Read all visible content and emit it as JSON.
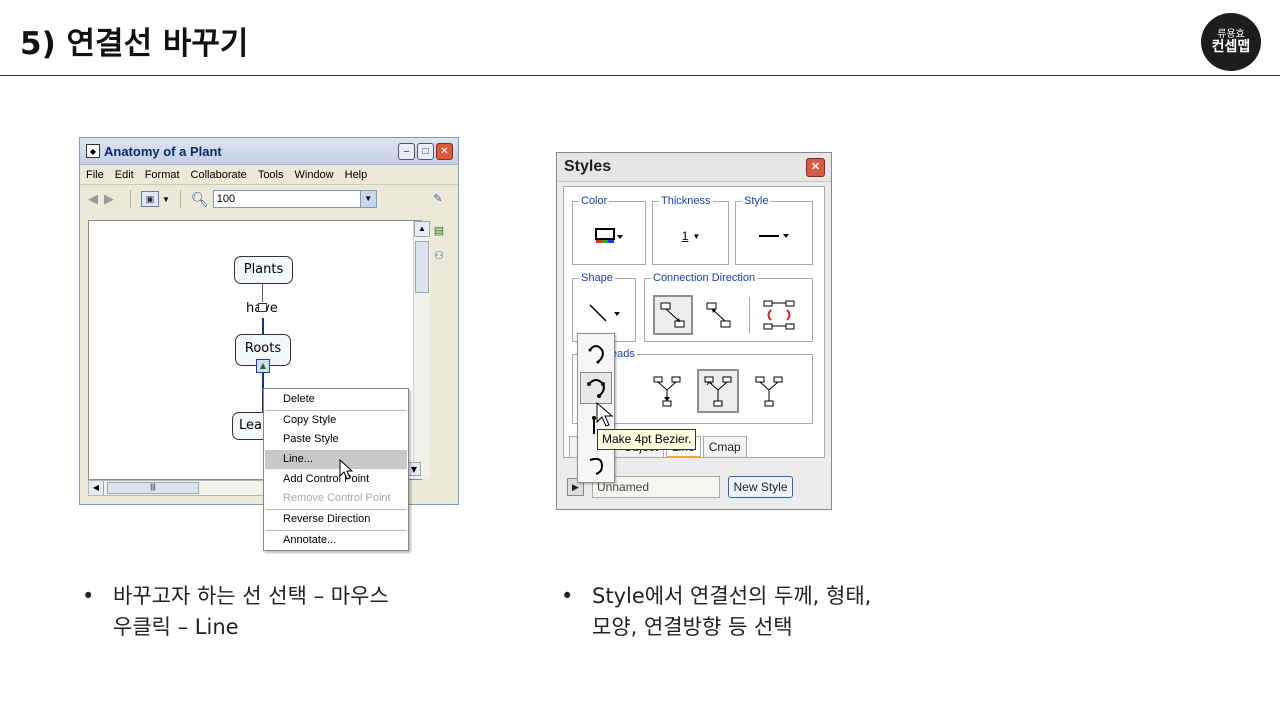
{
  "slide": {
    "title": "5) 연결선 바꾸기",
    "logo_line1": "류용효",
    "logo_line2": "컨셉맵"
  },
  "cmap_window": {
    "title": "Anatomy of a Plant",
    "menu": [
      "File",
      "Edit",
      "Format",
      "Collaborate",
      "Tools",
      "Window",
      "Help"
    ],
    "zoom_value": "100",
    "nodes": {
      "plants": "Plants",
      "link_label": "have",
      "roots": "Roots",
      "leaves": "Lea"
    },
    "context_menu": [
      {
        "label": "Delete",
        "enabled": true
      },
      {
        "label": "Copy Style",
        "enabled": true
      },
      {
        "label": "Paste Style",
        "enabled": true
      },
      {
        "label": "Line...",
        "enabled": true,
        "highlighted": true
      },
      {
        "label": "Add Control Point",
        "enabled": true
      },
      {
        "label": "Remove Control Point",
        "enabled": false
      },
      {
        "label": "Reverse Direction",
        "enabled": true
      },
      {
        "label": "Annotate...",
        "enabled": true
      }
    ]
  },
  "styles_palette": {
    "title": "Styles",
    "groups": {
      "color": "Color",
      "thickness": "Thickness",
      "thickness_value": "1",
      "style": "Style",
      "shape": "Shape",
      "connection_direction": "Connection Direction",
      "arrowheads": "eads"
    },
    "tabs": [
      "Object",
      "Line",
      "Cmap"
    ],
    "active_tab": "Line",
    "style_name": "Unnamed",
    "new_style_button": "New Style",
    "tooltip": "Make 4pt Bezier."
  },
  "bullets": {
    "left_line1": "바꾸고자 하는 선 선택 – 마우스",
    "left_line2": "우클릭 – Line",
    "right_line1": "Style에서 연결선의 두께, 형태,",
    "right_line2": "모양, 연결방향 등 선택",
    "bullet_char": "•"
  },
  "colors": {
    "title_bar": "#c5d0e6",
    "link_line": "#1c2f80",
    "close_button": "#d65a45",
    "group_label": "#1a3f9d",
    "tooltip_bg": "#ffffe1"
  }
}
